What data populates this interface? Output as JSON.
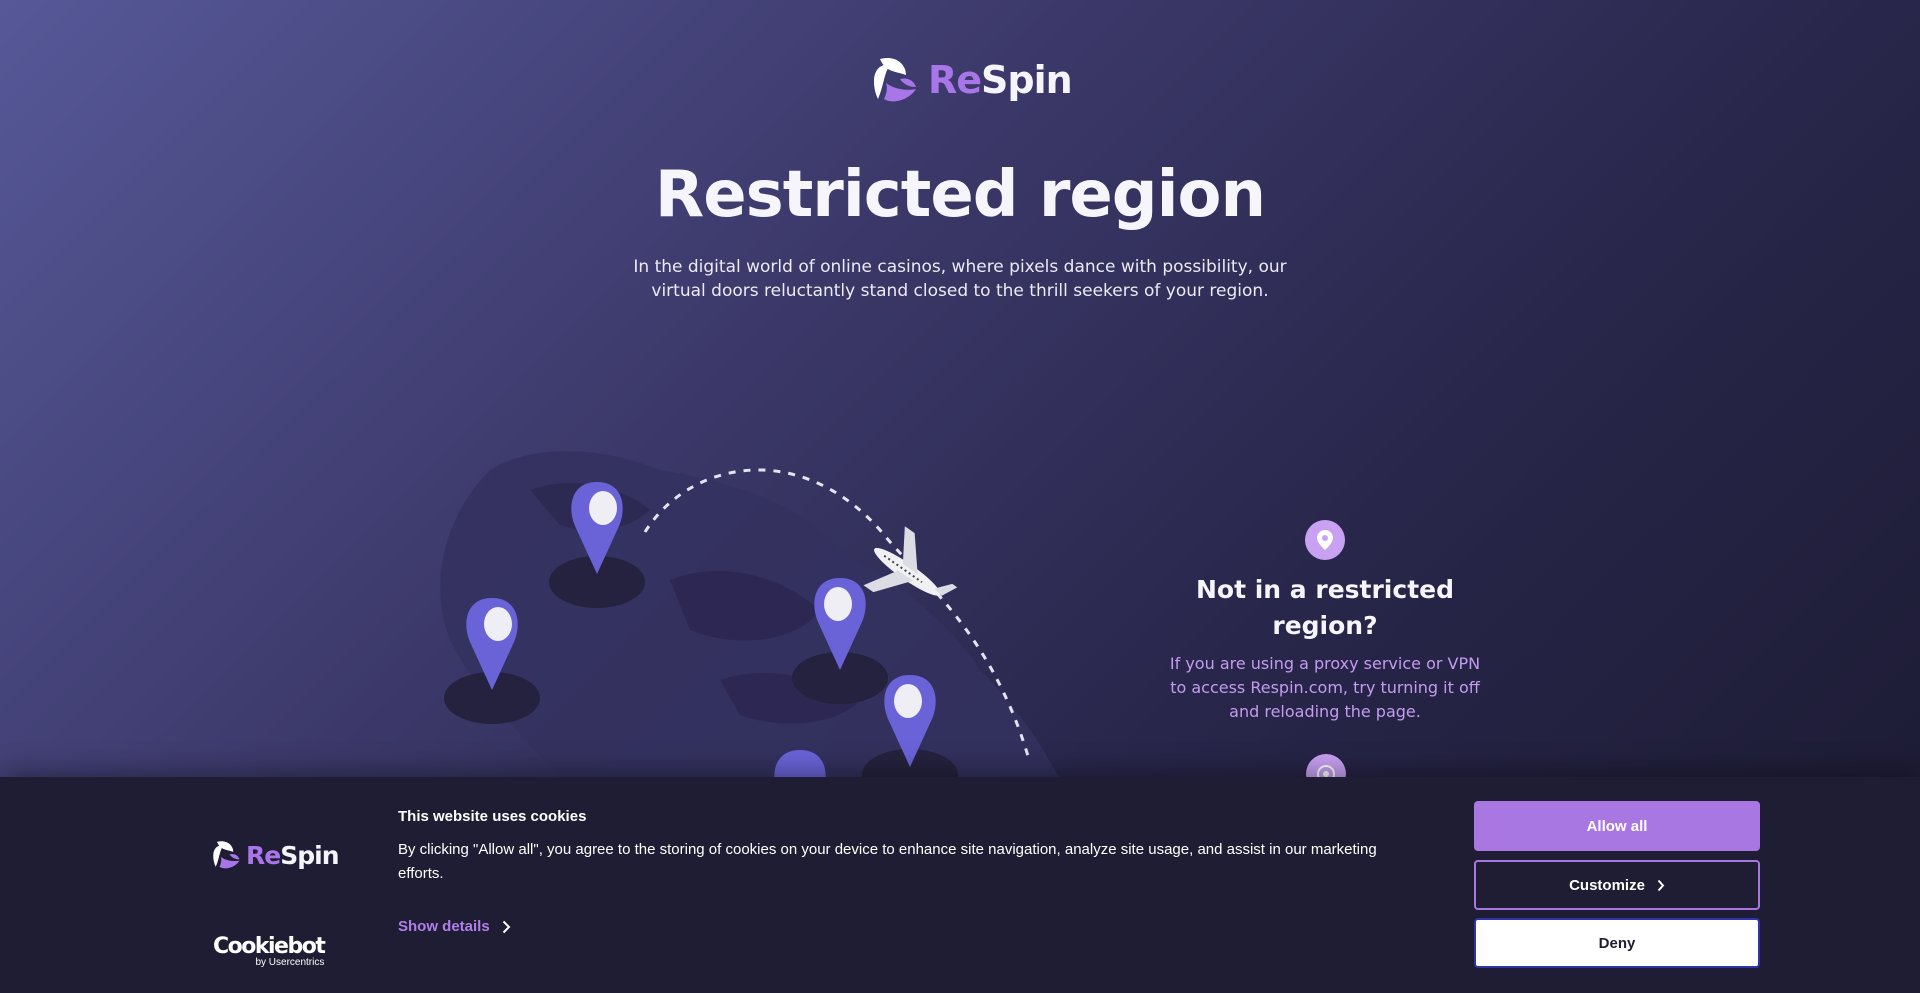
{
  "brand": {
    "name_prefix": "Re",
    "name_suffix": "Spin"
  },
  "hero": {
    "title": "Restricted region",
    "subtitle": "In the digital world of online casinos, where pixels dance with possibility, our virtual doors reluctantly stand closed to the thrill seekers of your region."
  },
  "info": {
    "title": "Not in a restricted region?",
    "text": "If you are using a proxy service or VPN to access Respin.com, try turning it off and reloading the page."
  },
  "cookie_banner": {
    "title": "This website uses cookies",
    "text": "By clicking \"Allow all\", you agree to the storing of cookies on your device to enhance site navigation, analyze site usage, and assist in our marketing efforts.",
    "show_details": "Show details",
    "provider": "Cookiebot",
    "provider_sub": "by Usercentrics",
    "buttons": {
      "allow_all": "Allow all",
      "customize": "Customize",
      "deny": "Deny"
    }
  },
  "colors": {
    "accent": "#a876e8",
    "icon_bg": "#c8a1f2",
    "banner_bg": "#1e1d33",
    "deny_border": "#2f35a8"
  },
  "icons": [
    "respin-logo-icon",
    "location-pin-icon",
    "target-icon",
    "chevron-right-icon",
    "airplane-icon"
  ]
}
